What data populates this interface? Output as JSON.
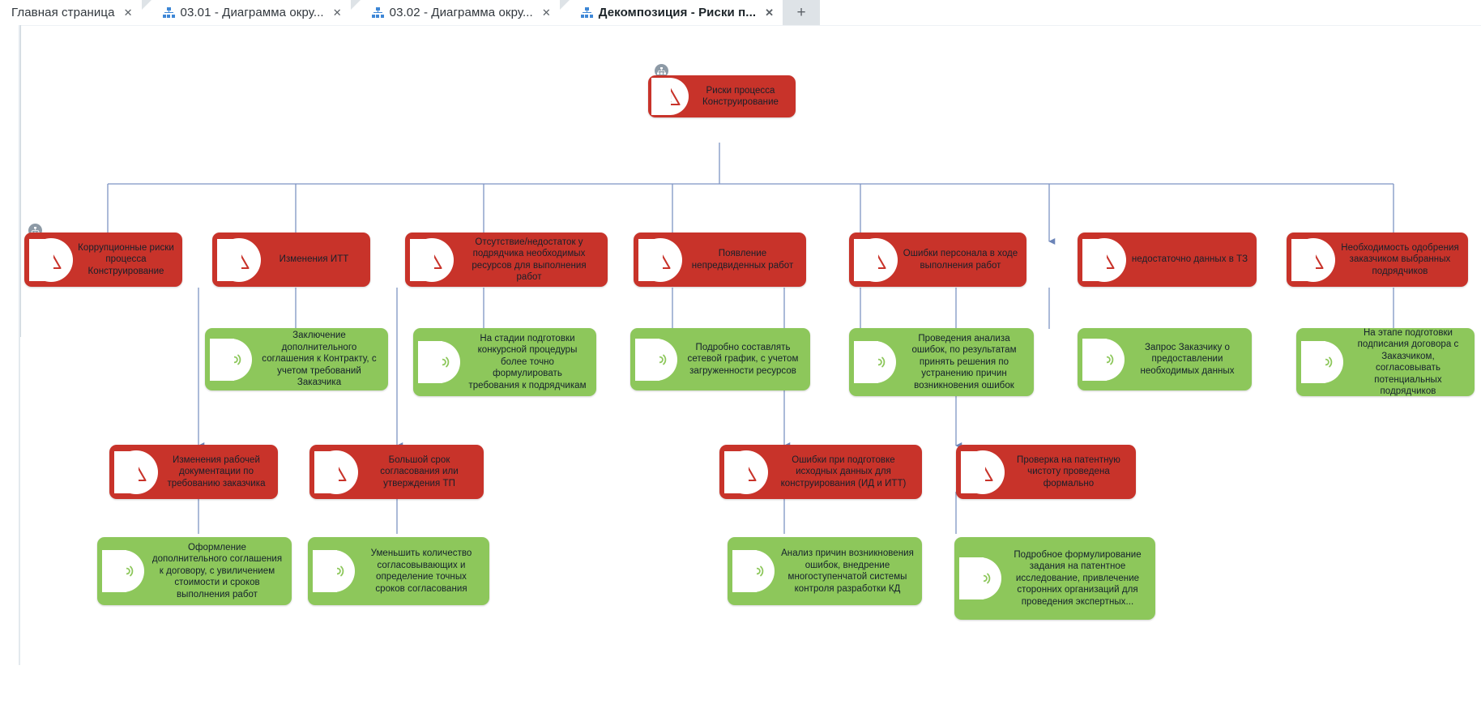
{
  "window": {
    "tabbar": {
      "new_tab_label": "+",
      "close_label": "✕",
      "tabs": [
        {
          "label": "Главная страница",
          "icon": "",
          "active": false,
          "closable": true
        },
        {
          "label": "03.01 - Диаграмма окру...",
          "icon": "org-chart-icon",
          "active": false,
          "closable": true
        },
        {
          "label": "03.02 - Диаграмма окру...",
          "icon": "org-chart-icon",
          "active": false,
          "closable": true
        },
        {
          "label": "Декомпозиция - Риски п...",
          "icon": "org-chart-icon",
          "active": true,
          "closable": true
        }
      ]
    }
  },
  "colors": {
    "risk_fill": "#c8332a",
    "measure_fill": "#8dc75b",
    "connector": "#6b84b8",
    "tab_active_text": "#1b2328",
    "tab_strip": "#dee3e7"
  },
  "diagram": {
    "root": {
      "id": "root",
      "type": "risk",
      "text": "Риски процесса Конструирование",
      "has_decomposition_badge": true
    },
    "risks": [
      {
        "id": "r1",
        "text": "Коррупционные риски процесса Конструирование",
        "has_decomposition_badge": true
      },
      {
        "id": "r2",
        "text": "Изменения ИТТ",
        "has_decomposition_badge": false
      },
      {
        "id": "r3",
        "text": "Отсутствие/недостаток у подрядчика необходимых ресурсов для выполнения работ",
        "has_decomposition_badge": false
      },
      {
        "id": "r4",
        "text": "Появление непредвиденных работ",
        "has_decomposition_badge": false
      },
      {
        "id": "r5",
        "text": "Ошибки персонала в ходе выполнения работ",
        "has_decomposition_badge": false
      },
      {
        "id": "r6",
        "text": "недостаточно данных в ТЗ",
        "has_decomposition_badge": false
      },
      {
        "id": "r7",
        "text": "Необходимость одобрения заказчиком выбранных подрядчиков",
        "has_decomposition_badge": false
      }
    ],
    "measures_row1": [
      {
        "id": "m1",
        "text": "Заключение дополнительного соглашения к Контракту, с учетом требований Заказчика"
      },
      {
        "id": "m2",
        "text": "На стадии подготовки конкурсной процедуры более точно формулировать  требования к подрядчикам"
      },
      {
        "id": "m3",
        "text": "Подробно составлять сетевой график, с учетом загруженности ресурсов"
      },
      {
        "id": "m4",
        "text": "Проведения анализа ошибок, по результатам принять решения по устранению причин возникновения ошибок"
      },
      {
        "id": "m5",
        "text": "Запрос Заказчику о предоставлении необходимых данных"
      },
      {
        "id": "m6",
        "text": "На этапе подготовки подписания договора с Заказчиком, согласовывать потенциальных подрядчиков"
      }
    ],
    "risks_row2": [
      {
        "id": "r8",
        "text": "Изменения рабочей документации по требованию заказчика"
      },
      {
        "id": "r9",
        "text": "Большой срок согласования или утверждения ТП"
      },
      {
        "id": "r10",
        "text": "Ошибки при подготовке исходных данных для конструирования (ИД и ИТТ)"
      },
      {
        "id": "r11",
        "text": "Проверка на патентную чистоту проведена формально"
      }
    ],
    "measures_row2": [
      {
        "id": "m7",
        "text": "Оформление дополнительного соглашения к договору, с увиличением стоимости и сроков выполнения работ"
      },
      {
        "id": "m8",
        "text": "Уменьшить количество согласовывающих и определение точных сроков согласования"
      },
      {
        "id": "m9",
        "text": "Анализ причин возникновения ошибок, внедрение многоступенчатой системы контроля разработки КД"
      },
      {
        "id": "m10",
        "text": "Подробное формулирование задания на патентное исследование, привлечение сторонних организаций для проведения экспертных..."
      }
    ]
  }
}
